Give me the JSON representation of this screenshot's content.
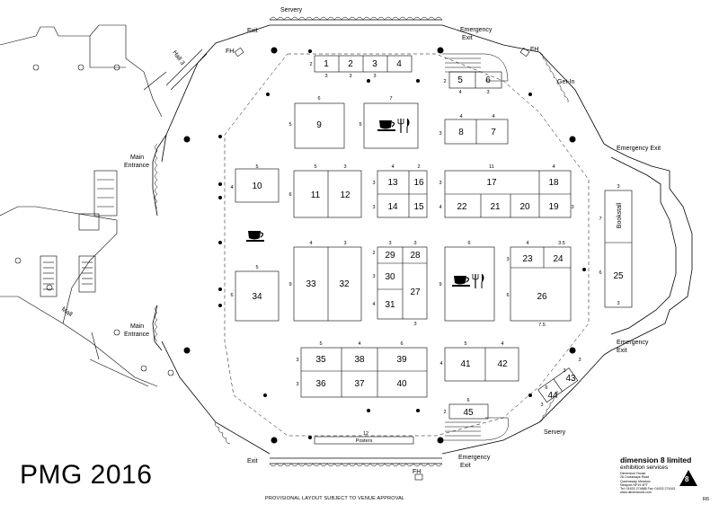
{
  "title": "PMG 2016",
  "notice": "PROVISIONAL LAYOUT SUBJECT TO  VENUE APPROVAL",
  "revision": "R6",
  "company": {
    "name": "dimension 8 limited",
    "subtitle": "exhibition services",
    "address": [
      "Dimension House",
      "26 Crossways Road",
      "Queensway Meadow",
      "Newport NP19 4PT"
    ],
    "contact": "Tel: 01633 274888   Fax: 01633 274161",
    "web": "www.dimension8.com",
    "logo_glyph": "8"
  },
  "labels": {
    "servery_top": "Servery",
    "servery_right": "Servery",
    "exit_top_left": "Exit",
    "exit_bottom_left": "Exit",
    "emergency_exit_top_1": "Emergency",
    "emergency_exit_top_2": "Exit",
    "emergency_exit_right": "Emergency Exit",
    "emergency_exit_lower_1": "Emergency",
    "emergency_exit_lower_2": "Exit",
    "emergency_exit_bottom_1": "Emergency",
    "emergency_exit_bottom_2": "Exit",
    "fh_top_left": "FH",
    "fh_top_right": "FH",
    "fh_bottom": "FH",
    "get_in": "Get-In",
    "main_entrance_upper_1": "Main",
    "main_entrance_upper_2": "Entrance",
    "main_entrance_lower_1": "Main",
    "main_entrance_lower_2": "Entrance",
    "hall": "Hall 3",
    "mall": "Mall",
    "posters": "Posters",
    "bookstall": "Bookstall"
  },
  "stands": {
    "s1": "1",
    "s2": "2",
    "s3": "3",
    "s4": "4",
    "s5": "5",
    "s6": "6",
    "s7": "7",
    "s8": "8",
    "s9": "9",
    "s10": "10",
    "s11": "11",
    "s12": "12",
    "s13": "13",
    "s14": "14",
    "s15": "15",
    "s16": "16",
    "s17": "17",
    "s18": "18",
    "s19": "19",
    "s20": "20",
    "s21": "21",
    "s22": "22",
    "s23": "23",
    "s24": "24",
    "s25": "25",
    "s26": "26",
    "s27": "27",
    "s28": "28",
    "s29": "29",
    "s30": "30",
    "s31": "31",
    "s32": "32",
    "s33": "33",
    "s34": "34",
    "s35": "35",
    "s36": "36",
    "s37": "37",
    "s38": "38",
    "s39": "39",
    "s40": "40",
    "s41": "41",
    "s42": "42",
    "s43": "43",
    "s44": "44",
    "s45": "45"
  },
  "dims": {
    "d2a": "2",
    "d3a": "3",
    "d3b": "3",
    "d3c": "3",
    "d2b": "2",
    "d4a": "4",
    "d3d": "3",
    "d6a": "6",
    "d5a": "5",
    "d7a": "7",
    "d5b": "5",
    "d4b": "4",
    "d4c": "4",
    "d3e": "3",
    "d5c": "5",
    "d4d": "4",
    "d5d": "5",
    "d3f": "3",
    "d6b": "6",
    "d4e": "4",
    "d2c": "2",
    "d3g": "3",
    "d3h": "3",
    "d11": "11",
    "d4f": "4",
    "d3i": "3",
    "d4g": "4",
    "d3j": "3",
    "d7b": "7",
    "d6c": "6",
    "d3k": "3",
    "d4h": "4",
    "d3l": "3",
    "d3m": "3",
    "d2d": "2",
    "d6d": "6",
    "d9a": "9",
    "d4i": "4",
    "d3n": "3",
    "d3o": "3",
    "d4j": "4",
    "d3p": "3",
    "d9b": "9",
    "d4k": "4",
    "d35": "3.5",
    "d3q": "3",
    "d6e": "6",
    "d75": "7.5",
    "d5e": "5",
    "d6f": "6",
    "d5f": "5",
    "d4l": "4",
    "d6g": "6",
    "d3r": "3",
    "d3s": "3",
    "d5g": "5",
    "d4m": "4",
    "d4n": "4",
    "d6h": "6",
    "d2e": "2",
    "d12": "12",
    "d3t": "3",
    "d3u": "3",
    "d3v": "3",
    "d6i": "6",
    "d3w": "3"
  },
  "icons": {
    "cafe": "coffee-cup-icon",
    "catering": "cup-cutlery-icon",
    "pillar": "pillar-icon"
  }
}
